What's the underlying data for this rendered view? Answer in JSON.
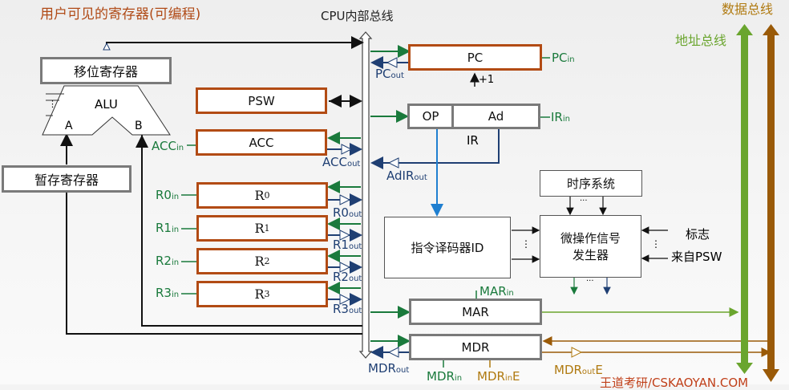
{
  "title": "用户可见的寄存器(可编程)",
  "bus_labels": {
    "internal": "CPU内部总线",
    "data_bus": "数据总线",
    "address_bus": "地址总线"
  },
  "colors": {
    "title": "#b04a16",
    "register_border": "#b24b14",
    "in_signal": "#1a7a3c",
    "out_signal": "#1f3f73",
    "address_bus": "#6aa52e",
    "data_bus": "#9a5a08",
    "mdr_e": "#b07a10",
    "opcode_line": "#1f7fd0"
  },
  "alu": {
    "shift_register": "移位寄存器",
    "label": "ALU",
    "input_a": "A",
    "input_b": "B",
    "dots": "⋮",
    "temp_register": "暂存寄存器"
  },
  "registers": {
    "psw": "PSW",
    "acc": {
      "name": "ACC",
      "in": "ACC",
      "out": "ACC"
    },
    "general": [
      {
        "name": "R",
        "sub": "0",
        "in_name": "R0",
        "out_name": "R0"
      },
      {
        "name": "R",
        "sub": "1",
        "in_name": "R1",
        "out_name": "R1"
      },
      {
        "name": "R",
        "sub": "2",
        "in_name": "R2",
        "out_name": "R2"
      },
      {
        "name": "R",
        "sub": "3",
        "in_name": "R3",
        "out_name": "R3"
      }
    ]
  },
  "suffix": {
    "in": "in",
    "out": "out",
    "e": "E"
  },
  "pc": {
    "name": "PC",
    "in": "PC",
    "out": "PC",
    "increment": "+1"
  },
  "ir": {
    "name": "IR",
    "op": "OP",
    "ad": "Ad",
    "in": "IR",
    "adir_out": "AdIR"
  },
  "control": {
    "decoder": "指令译码器ID",
    "timing": "时序系统",
    "generator_line1": "微操作信号",
    "generator_line2": "发生器",
    "flags_line1": "标志",
    "flags_line2": "来自PSW",
    "dots_h": "···",
    "dots_v": "⋮"
  },
  "mar": {
    "name": "MAR",
    "in": "MAR"
  },
  "mdr": {
    "name": "MDR",
    "in": "MDR",
    "out": "MDR",
    "in_e": "MDR",
    "out_e": "MDR"
  },
  "watermark": "王道考研/CSKAOYAN.COM"
}
